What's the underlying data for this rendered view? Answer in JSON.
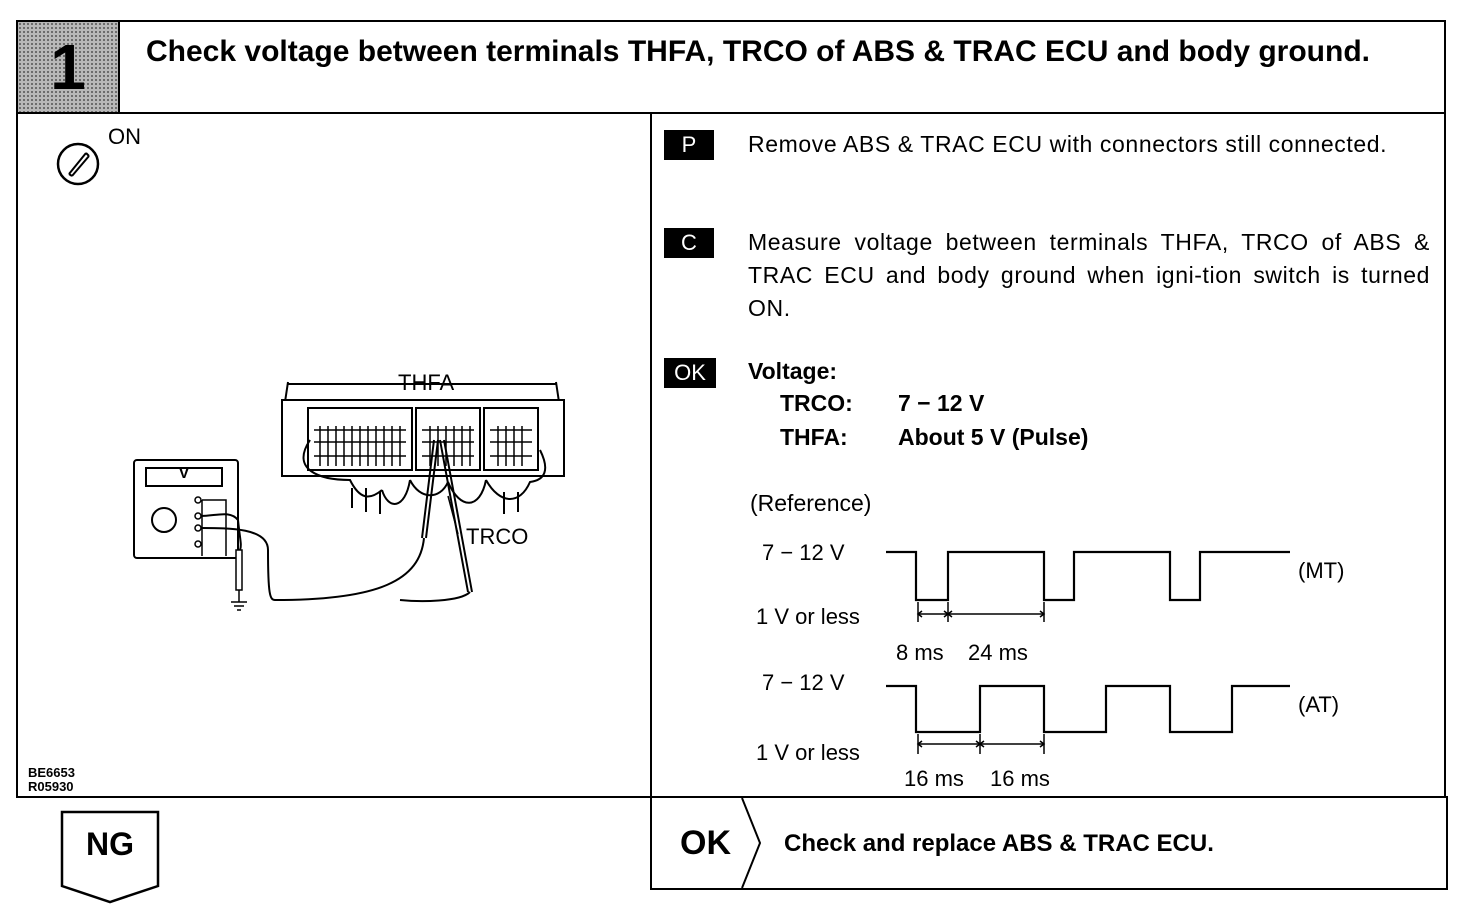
{
  "header": {
    "step_number": "1",
    "title": "Check voltage between terminals THFA, TRCO of ABS & TRAC ECU and body ground."
  },
  "illustration": {
    "ignition_label": "ON",
    "connector_label_thfa": "THFA",
    "connector_label_trco": "TRCO",
    "meter_display": "V",
    "figure_code_1": "BE6653",
    "figure_code_2": "R05930"
  },
  "instructions": {
    "p": {
      "tag": "P",
      "text": "Remove ABS & TRAC ECU with connectors still connected."
    },
    "c": {
      "tag": "C",
      "text": "Measure voltage between terminals THFA, TRCO of ABS & TRAC ECU and body ground when igni-tion switch is turned ON."
    },
    "ok": {
      "tag": "OK",
      "heading": "Voltage:",
      "trco_label": "TRCO:",
      "trco_value": "7 − 12 V",
      "thfa_label": "THFA:",
      "thfa_value": "About 5 V (Pulse)"
    }
  },
  "reference": {
    "heading": "(Reference)",
    "mt": {
      "high_label": "7 − 12 V",
      "low_label": "1 V or less",
      "mode": "(MT)",
      "t1": "8 ms",
      "t2": "24 ms"
    },
    "at": {
      "high_label": "7 − 12 V",
      "low_label": "1 V or less",
      "mode": "(AT)",
      "t1": "16 ms",
      "t2": "16 ms"
    }
  },
  "results": {
    "ng_label": "NG",
    "ok_label": "OK",
    "ok_action": "Check and replace ABS & TRAC ECU."
  }
}
